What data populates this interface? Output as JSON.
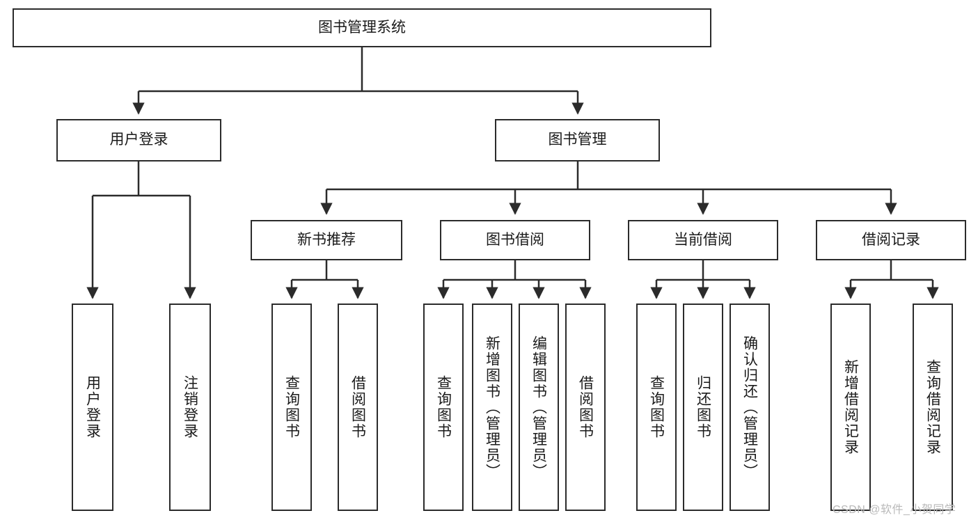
{
  "diagram": {
    "title": "图书管理系统",
    "type": "tree-hierarchy",
    "watermark": "CSDN @软件_小贺同学",
    "colors": {
      "box_border": "#2b2b2b",
      "box_fill": "#ffffff",
      "edge": "#2b2b2b",
      "text": "#1a1a1a",
      "watermark": "#b9b9b9"
    },
    "nodes": {
      "root": {
        "label": "图书管理系统",
        "orientation": "horizontal"
      },
      "level2": [
        {
          "id": "user-login",
          "label": "用户登录",
          "orientation": "horizontal"
        },
        {
          "id": "book-management",
          "label": "图书管理",
          "orientation": "horizontal"
        }
      ],
      "level3": [
        {
          "id": "new-book-recommend",
          "label": "新书推荐",
          "orientation": "horizontal"
        },
        {
          "id": "book-borrow",
          "label": "图书借阅",
          "orientation": "horizontal"
        },
        {
          "id": "current-borrow",
          "label": "当前借阅",
          "orientation": "horizontal"
        },
        {
          "id": "borrow-record",
          "label": "借阅记录",
          "orientation": "horizontal"
        }
      ],
      "leaves": [
        {
          "id": "leaf-user-login",
          "label": "用户登录",
          "parent": "user-login",
          "orientation": "vertical"
        },
        {
          "id": "leaf-user-logout",
          "label": "注销登录",
          "parent": "user-login",
          "orientation": "vertical"
        },
        {
          "id": "leaf-query-book-1",
          "label": "查询图书",
          "parent": "new-book-recommend",
          "orientation": "vertical"
        },
        {
          "id": "leaf-borrow-book-1",
          "label": "借阅图书",
          "parent": "new-book-recommend",
          "orientation": "vertical"
        },
        {
          "id": "leaf-query-book-2",
          "label": "查询图书",
          "parent": "book-borrow",
          "orientation": "vertical"
        },
        {
          "id": "leaf-add-book",
          "label": "新增图书（管理员）",
          "parent": "book-borrow",
          "orientation": "vertical"
        },
        {
          "id": "leaf-edit-book",
          "label": "编辑图书（管理员）",
          "parent": "book-borrow",
          "orientation": "vertical"
        },
        {
          "id": "leaf-borrow-book-2",
          "label": "借阅图书",
          "parent": "book-borrow",
          "orientation": "vertical"
        },
        {
          "id": "leaf-query-book-3",
          "label": "查询图书",
          "parent": "current-borrow",
          "orientation": "vertical"
        },
        {
          "id": "leaf-return-book",
          "label": "归还图书",
          "parent": "current-borrow",
          "orientation": "vertical"
        },
        {
          "id": "leaf-confirm-return",
          "label": "确认归还（管理员）",
          "parent": "current-borrow",
          "orientation": "vertical"
        },
        {
          "id": "leaf-add-record",
          "label": "新增借阅记录",
          "parent": "borrow-record",
          "orientation": "vertical"
        },
        {
          "id": "leaf-query-record",
          "label": "查询借阅记录",
          "parent": "borrow-record",
          "orientation": "vertical"
        }
      ]
    }
  }
}
